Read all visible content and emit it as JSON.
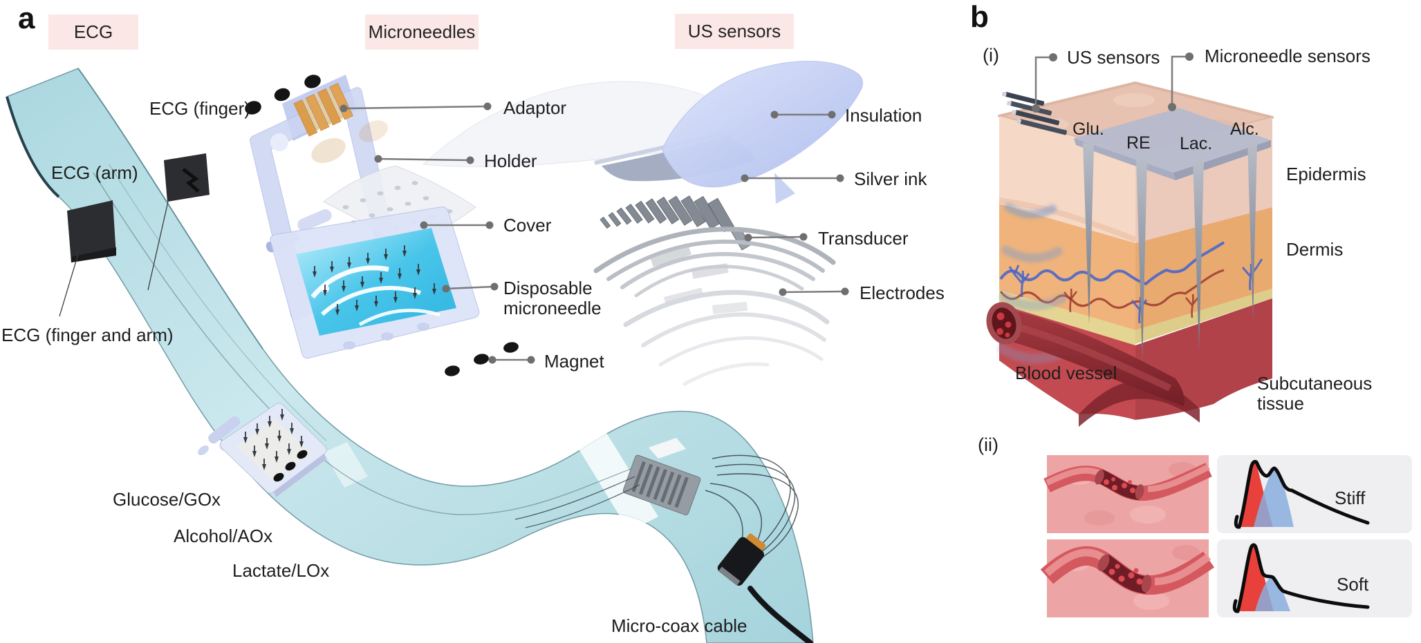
{
  "figure": {
    "panel_a": {
      "letter": "a",
      "tags": [
        {
          "label": "ECG"
        },
        {
          "label": "Microneedles"
        },
        {
          "label": "US sensors"
        }
      ],
      "labels": {
        "ecg_finger": "ECG (finger)",
        "ecg_arm": "ECG (arm)",
        "ecg_finger_and_arm": "ECG (finger and arm)",
        "adaptor": "Adaptor",
        "holder": "Holder",
        "cover": "Cover",
        "disposable_microneedle_line1": "Disposable",
        "disposable_microneedle_line2": "microneedle",
        "magnet": "Magnet",
        "insulation": "Insulation",
        "silver_ink": "Silver ink",
        "transducer": "Transducer",
        "electrodes": "Electrodes",
        "glucose": "Glucose/GOx",
        "alcohol": "Alcohol/AOx",
        "lactate": "Lactate/LOx",
        "micro_coax_cable": "Micro-coax cable"
      }
    },
    "panel_b": {
      "letter": "b",
      "sub_panel_i": {
        "label": "(i)",
        "annotations": {
          "us_sensors": "US sensors",
          "microneedle_sensors": "Microneedle sensors",
          "glu": "Glu.",
          "re": "RE",
          "lac": "Lac.",
          "alc": "Alc.",
          "epidermis": "Epidermis",
          "dermis": "Dermis",
          "blood_vessel": "Blood vessel",
          "subcutaneous_line1": "Subcutaneous",
          "subcutaneous_line2": "tissue"
        }
      },
      "sub_panel_ii": {
        "label": "(ii)",
        "annotations": {
          "stiff": "Stiff",
          "soft": "Soft"
        }
      }
    },
    "colors": {
      "tag_background": "#fbe8e6",
      "band_teal": "#b7dfe7",
      "component_lavender": "#ccd6f3",
      "microneedle_patch_blue": "#49c5ea",
      "adaptor_orange": "#db9c4c",
      "skin_epidermis": "#f5d8c5",
      "skin_dermis": "#f0b37b",
      "skin_subcutaneous": "#c24a50",
      "wave_red": "#e8413c",
      "wave_blue": "#8aaede",
      "wave_panel_gray": "#efeff1",
      "label_text": "#1d1d1d",
      "leader_gray": "#7b7b7b"
    }
  }
}
